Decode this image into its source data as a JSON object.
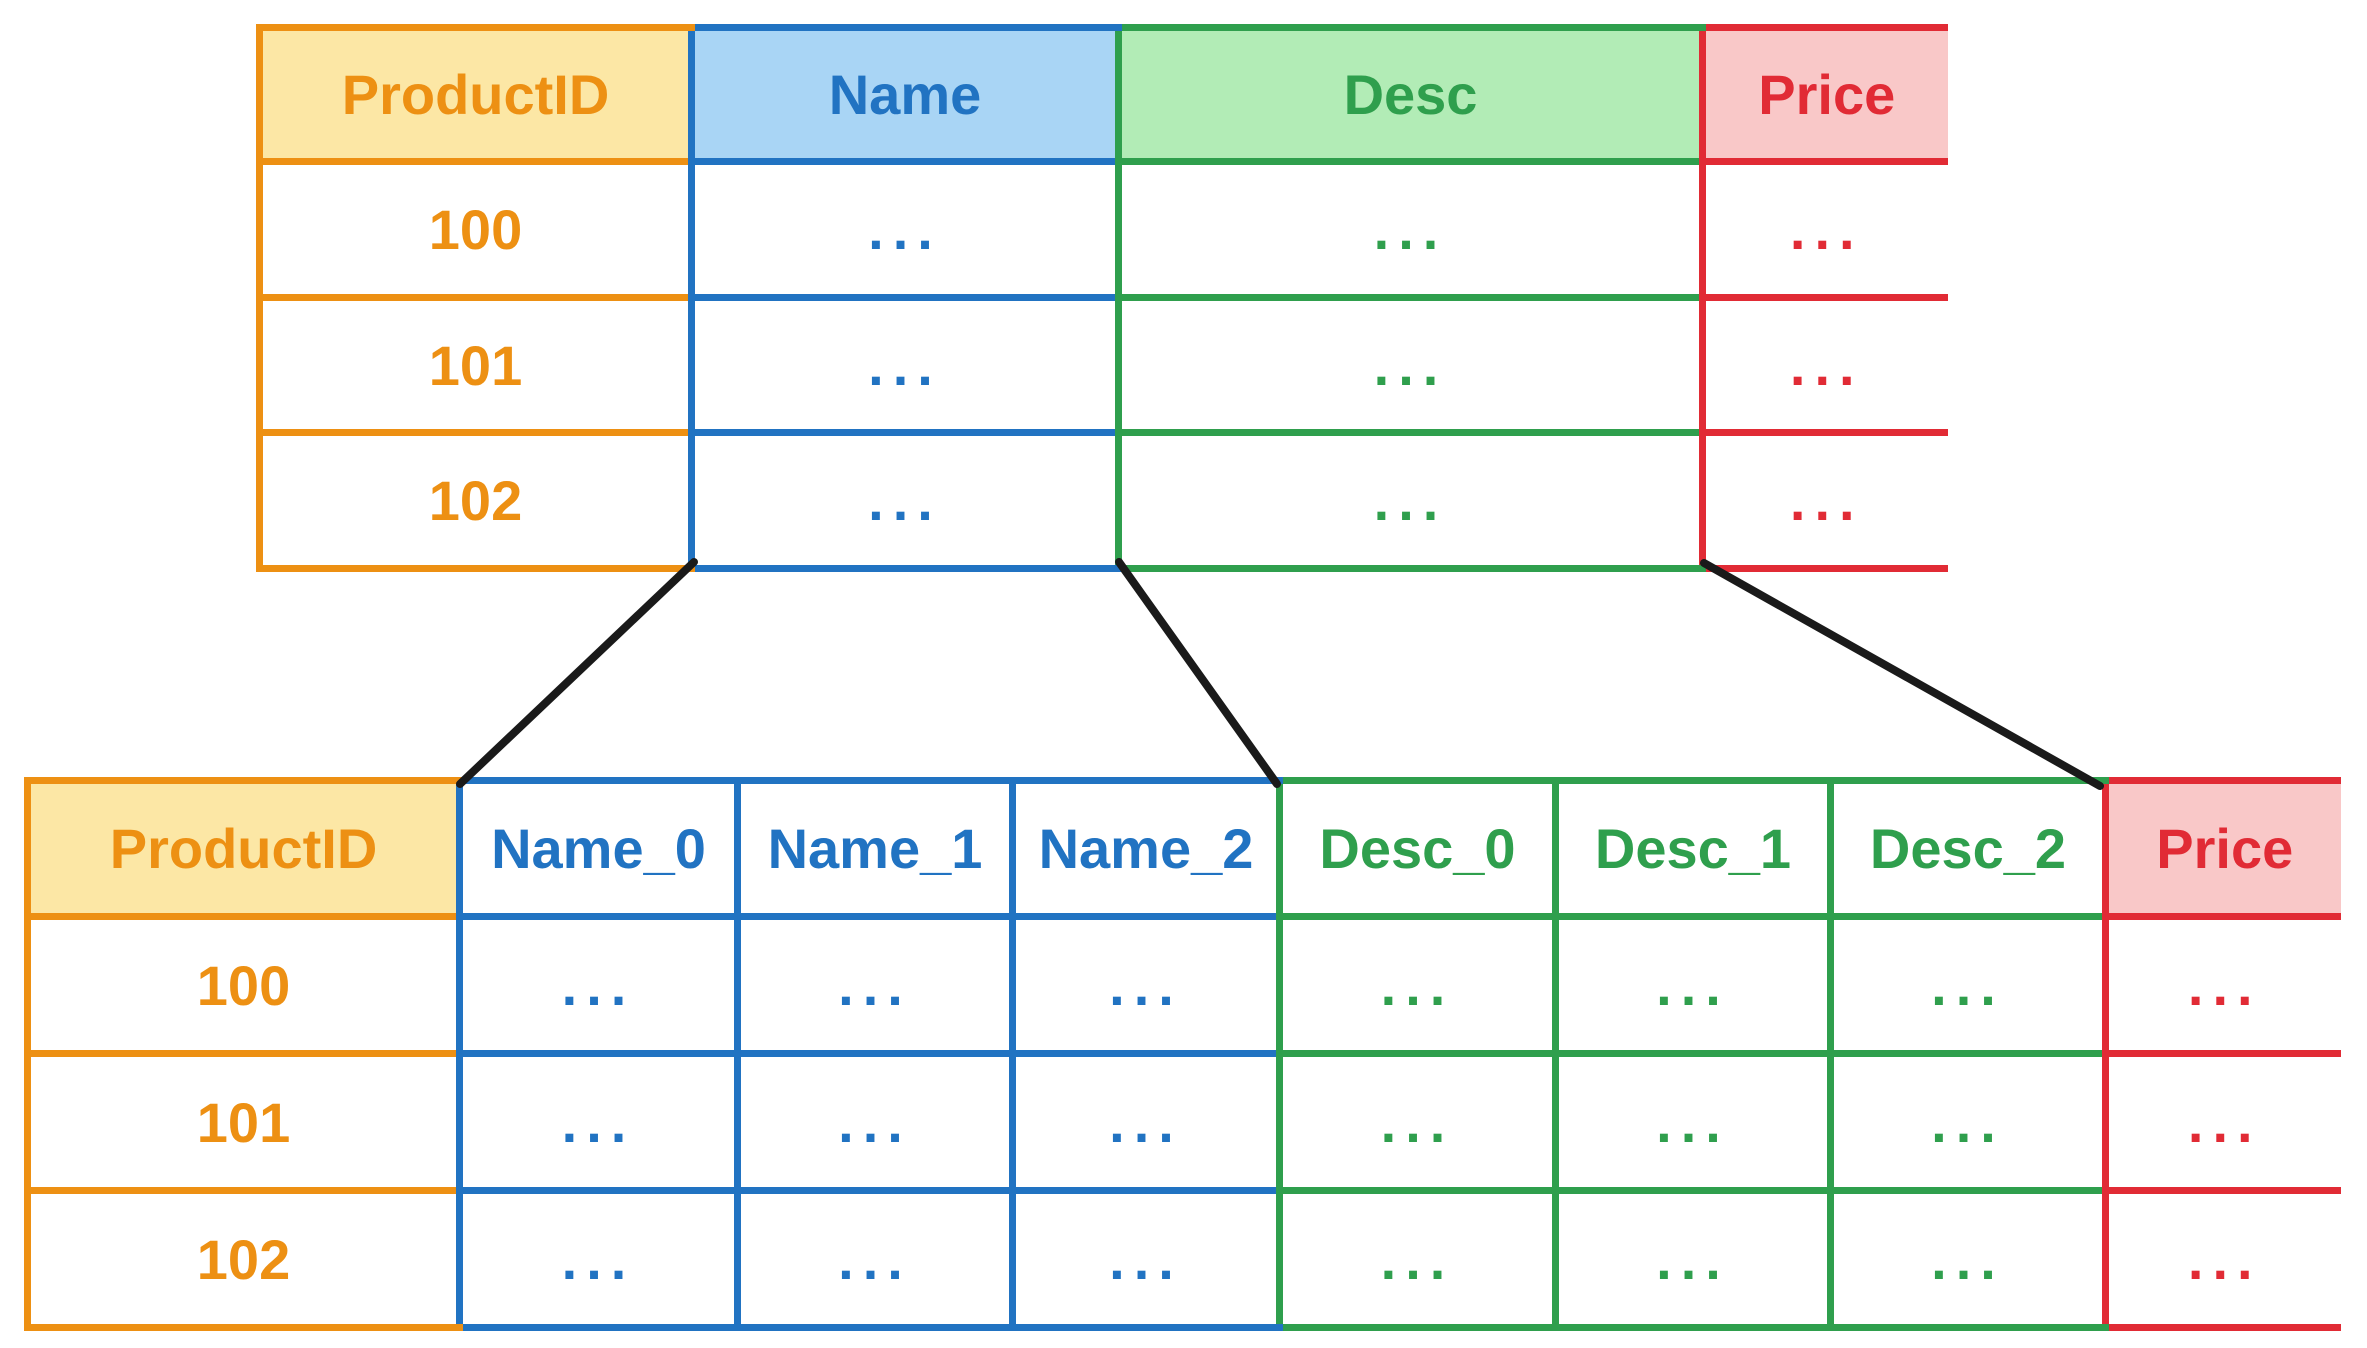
{
  "colors": {
    "orange": "#ED9013",
    "orange_fill": "#FCE7A5",
    "blue": "#2173C2",
    "blue_fill": "#A9D5F5",
    "green": "#2F9F4D",
    "green_fill": "#B2ECB6",
    "red": "#E12B35",
    "red_fill": "#F9C8C8",
    "line": "#1A1A1A"
  },
  "top_table": {
    "headers": [
      "ProductID",
      "Name",
      "Desc",
      "Price"
    ],
    "rows": [
      [
        "100",
        "...",
        "...",
        "..."
      ],
      [
        "101",
        "...",
        "...",
        "..."
      ],
      [
        "102",
        "...",
        "...",
        "..."
      ]
    ]
  },
  "bottom_table": {
    "headers": [
      "ProductID",
      "Name_0",
      "Name_1",
      "Name_2",
      "Desc_0",
      "Desc_1",
      "Desc_2",
      "Price"
    ],
    "rows": [
      [
        "100",
        "...",
        "...",
        "...",
        "...",
        "...",
        "...",
        "..."
      ],
      [
        "101",
        "...",
        "...",
        "...",
        "...",
        "...",
        "...",
        "..."
      ],
      [
        "102",
        "...",
        "...",
        "...",
        "...",
        "...",
        "...",
        "..."
      ]
    ]
  }
}
